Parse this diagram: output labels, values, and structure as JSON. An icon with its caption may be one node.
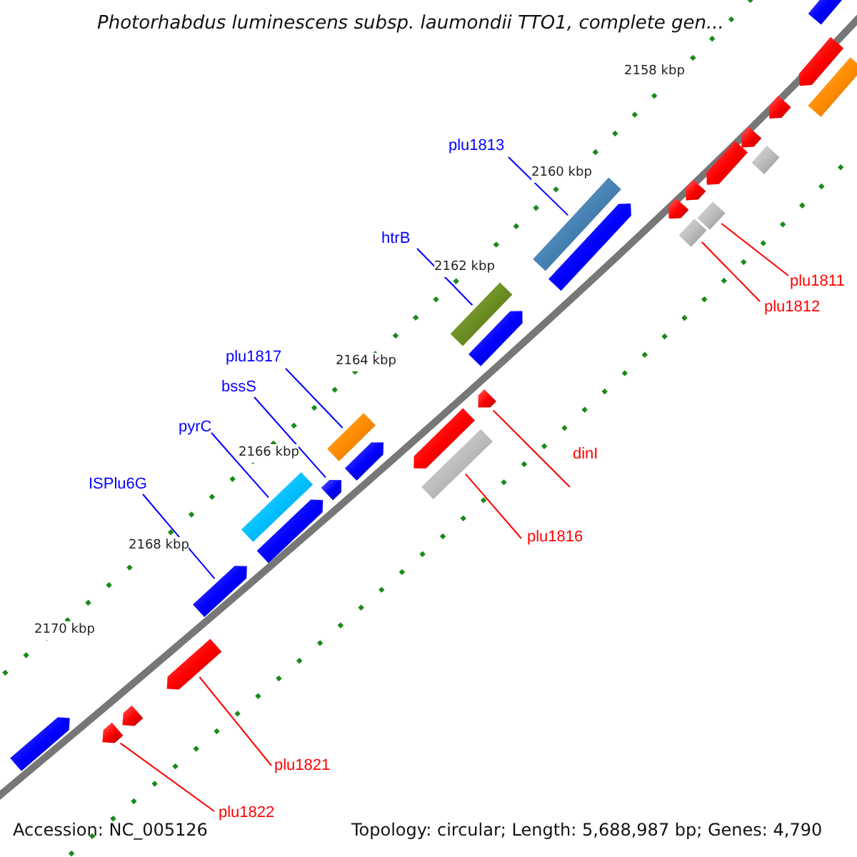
{
  "diagram": {
    "title": "Photorhabdus luminescens subsp. laumondii TTO1, complete gen...",
    "nodes": [
      {
        "text": [
          "plu1813"
        ]
      },
      {
        "text": [
          "htrB"
        ]
      },
      {
        "text": [
          "plu1817"
        ]
      },
      {
        "text": [
          "bssS"
        ]
      },
      {
        "text": [
          "pyrC"
        ]
      },
      {
        "text": [
          "ISPlu6G"
        ]
      },
      {
        "text": [
          "plu1811"
        ]
      },
      {
        "text": [
          "plu1812"
        ]
      },
      {
        "text": [
          "dinI"
        ]
      },
      {
        "text": [
          "plu1816"
        ]
      },
      {
        "text": [
          "plu1821"
        ]
      },
      {
        "text": [
          "plu1822"
        ]
      },
      {
        "text": [],
        "shape": "bar"
      },
      {
        "text": [],
        "shape": "bar"
      },
      {
        "text": [],
        "shape": "bar"
      },
      {
        "text": [],
        "shape": "bar"
      },
      {
        "text": [],
        "shape": "bar"
      },
      {
        "text": [],
        "shape": "bar"
      },
      {
        "text": [],
        "shape": "bar"
      },
      {
        "text": [],
        "shape": "bar"
      },
      {
        "text": [],
        "shape": "bar"
      },
      {
        "text": [],
        "shape": "bar"
      },
      {
        "text": [],
        "shape": "bar"
      },
      {
        "text": [],
        "shape": "bar"
      },
      {
        "text": [],
        "shape": "bar"
      },
      {
        "text": [],
        "shape": "bar"
      },
      {
        "text": [],
        "shape": "bar"
      },
      {
        "text": [],
        "shape": "bar"
      },
      {
        "text": [],
        "shape": "bar"
      },
      {
        "text": [],
        "shape": "bar"
      },
      {
        "text": [],
        "shape": "bar"
      },
      {
        "text": [],
        "shape": "bar"
      },
      {
        "text": [],
        "shape": "bar"
      },
      {
        "text": [],
        "shape": "bar"
      },
      {
        "text": [],
        "shape": "bar"
      },
      {
        "text": [],
        "shape": "bar"
      },
      {
        "text": [],
        "shape": "bar"
      },
      {
        "text": [],
        "shape": "bar"
      },
      {
        "text": [],
        "shape": "bar"
      },
      {
        "text": [],
        "shape": "bar"
      }
    ],
    "edges": [
      {
        "from": 0,
        "to": 22,
        "arrow": "none",
        "color": "#0000ff"
      },
      {
        "from": 1,
        "to": 25,
        "arrow": "none",
        "color": "#0000ff"
      },
      {
        "from": 2,
        "to": 28,
        "arrow": "none",
        "color": "#0000ff"
      },
      {
        "from": 3,
        "to": 32,
        "arrow": "none",
        "color": "#0000ff"
      },
      {
        "from": 4,
        "to": 33,
        "arrow": "none",
        "color": "#0000ff"
      },
      {
        "from": 5,
        "to": 35,
        "arrow": "none",
        "color": "#0000ff"
      },
      {
        "from": 6,
        "to": 21,
        "arrow": "none",
        "color": "#ff0000"
      },
      {
        "from": 7,
        "to": 23,
        "arrow": "none",
        "color": "#ff0000"
      },
      {
        "from": 8,
        "to": 27,
        "arrow": "none",
        "color": "#ff0000"
      },
      {
        "from": 9,
        "to": 31,
        "arrow": "none",
        "color": "#ff0000"
      },
      {
        "from": 10,
        "to": 36,
        "arrow": "none",
        "color": "#ff0000"
      },
      {
        "from": 11,
        "to": 38,
        "arrow": "none",
        "color": "#ff0000"
      }
    ],
    "labels": [
      "2158 kbp",
      "2160 kbp",
      "2162 kbp",
      "2164 kbp",
      "2166 kbp",
      "2168 kbp",
      "2170 kbp",
      "Accession: NC_005126",
      "Topology: circular; Length: 5,688,987 bp; Genes: 4,790"
    ]
  }
}
